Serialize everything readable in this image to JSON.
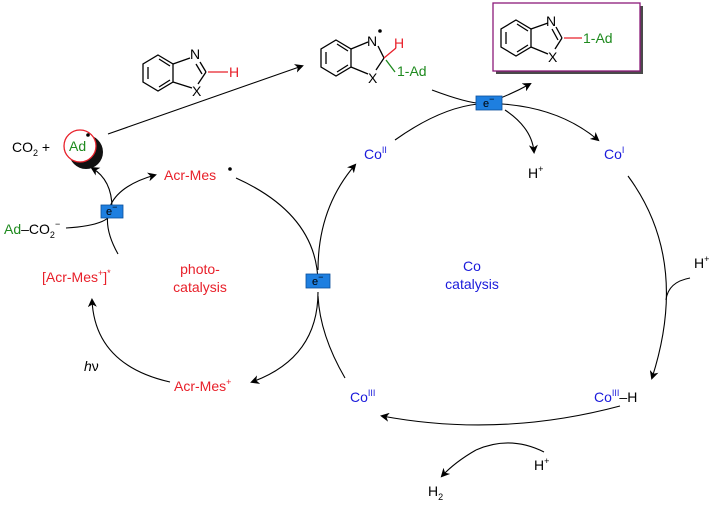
{
  "labels": {
    "co2": "CO",
    "co2_sub": "2",
    "plus": "+",
    "ad_radical": "Ad",
    "ad": "Ad",
    "carboxylate": "CO",
    "carboxylate_sub": "2",
    "carboxylate_charge": "−",
    "electron": "e",
    "electron_sup": "−",
    "acr_mes_radical": "Acr-Mes",
    "acr_mes_excited_open": "[Acr-Mes",
    "acr_mes_excited_sup": "+",
    "acr_mes_excited_close": "]",
    "acr_mes_excited_star": "*",
    "acr_mes_cation": "Acr-Mes",
    "acr_mes_cation_sup": "+",
    "hv_h": "h",
    "hv_nu": "ν",
    "photo_line1": "photo-",
    "photo_line2": "catalysis",
    "co_line1": "Co",
    "co_line2": "catalysis",
    "co2_state": "Co",
    "co2_state_sup": "II",
    "co1_state": "Co",
    "co1_state_sup": "I",
    "co3_state": "Co",
    "co3_state_sup": "III",
    "co3h_state": "Co",
    "co3h_state_sup": "III",
    "co3h_h": "–H",
    "h_plus_top": "H",
    "h_plus_right": "H",
    "h_plus_bottom": "H",
    "plus_sign": "+",
    "h2": "H",
    "h2_sub": "2",
    "n_atom": "N",
    "x_atom": "X",
    "h_atom": "H",
    "one_ad": "1-Ad"
  },
  "colors": {
    "red": "#e8202a",
    "blue": "#1a1adb",
    "green": "#1e8a1e",
    "electron_box": "#1e7fe0",
    "product_box_border": "#8b1a7a"
  }
}
